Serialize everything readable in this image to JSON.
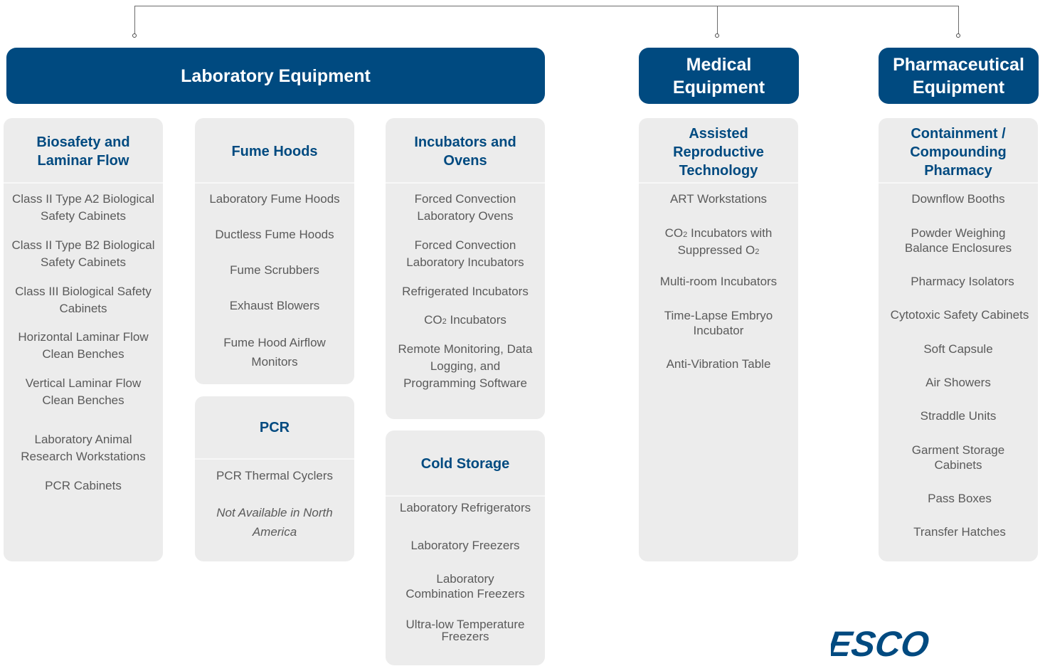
{
  "categories": {
    "laboratory": "Laboratory Equipment",
    "medical": "Medical Equipment",
    "pharmaceutical": "Pharmaceutical Equipment"
  },
  "panels": {
    "biosafety": {
      "title": "Biosafety and Laminar Flow",
      "items": [
        "Class II Type A2 Biological Safety Cabinets",
        "Class II Type B2 Biological Safety Cabinets",
        "Class III Biological Safety Cabinets",
        "Horizontal Laminar Flow Clean Benches",
        "Vertical Laminar Flow Clean Benches",
        "Laboratory Animal Research Workstations",
        "PCR Cabinets"
      ]
    },
    "fume_hoods": {
      "title": "Fume Hoods",
      "items": [
        "Laboratory Fume Hoods",
        "Ductless Fume Hoods",
        "Fume Scrubbers",
        "Exhaust Blowers",
        "Fume Hood Airflow Monitors"
      ]
    },
    "pcr": {
      "title": "PCR",
      "items": [
        "PCR Thermal Cyclers",
        "Not Available in North America"
      ]
    },
    "incubators": {
      "title": "Incubators and Ovens",
      "items": [
        "Forced Convection Laboratory Ovens",
        "Forced Convection Laboratory Incubators",
        "Refrigerated Incubators",
        "CO",
        "2",
        " Incubators",
        "Remote Monitoring, Data Logging, and Programming Software"
      ]
    },
    "cold_storage": {
      "title": "Cold Storage",
      "items": [
        "Laboratory Refrigerators",
        "Laboratory Freezers",
        "Laboratory Combination Freezers",
        "Ultra-low Temperature Freezers"
      ]
    },
    "art": {
      "title": "Assisted Reproductive Technology",
      "items": [
        "ART Workstations",
        "CO",
        "2",
        " Incubators with Suppressed O",
        "2",
        "Multi-room Incubators",
        "Time-Lapse Embryo Incubator",
        "Anti-Vibration Table"
      ]
    },
    "containment": {
      "title": "Containment / Compounding Pharmacy",
      "items": [
        "Downflow Booths",
        "Powder Weighing Balance Enclosures",
        "Pharmacy Isolators",
        "Cytotoxic Safety Cabinets",
        "Soft Capsule",
        "Air Showers",
        "Straddle Units",
        "Garment Storage Cabinets",
        "Pass Boxes",
        "Transfer Hatches"
      ]
    }
  },
  "logo_text": "ESCO",
  "colors": {
    "brand": "#004a80",
    "panel": "#ececec"
  }
}
